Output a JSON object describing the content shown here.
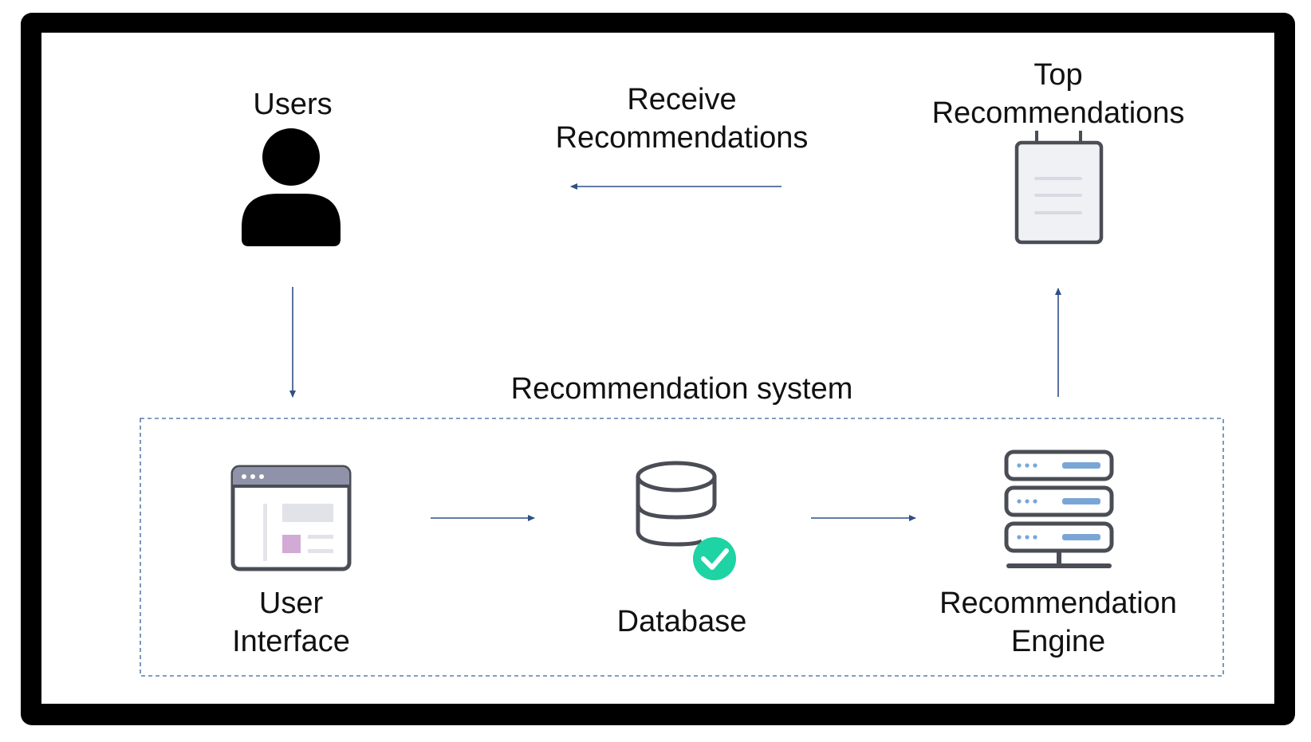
{
  "labels": {
    "users": "Users",
    "receive_line1": "Receive",
    "receive_line2": "Recommendations",
    "top_line1": "Top",
    "top_line2": "Recommendations",
    "system": "Recommendation system",
    "ui_line1": "User",
    "ui_line2": "Interface",
    "database": "Database",
    "engine_line1": "Recommendation",
    "engine_line2": "Engine"
  },
  "icons": {
    "users": "user-icon",
    "top": "clipboard-icon",
    "ui": "browser-window-icon",
    "database": "database-check-icon",
    "engine": "server-rack-icon"
  },
  "colors": {
    "arrow": "#2f4f86",
    "icon_stroke": "#4a4d55",
    "check": "#1ed3a4",
    "server_bar": "#7aa6d6",
    "ui_purple": "#d2aad6",
    "dashed_border": "#5a7fae"
  }
}
